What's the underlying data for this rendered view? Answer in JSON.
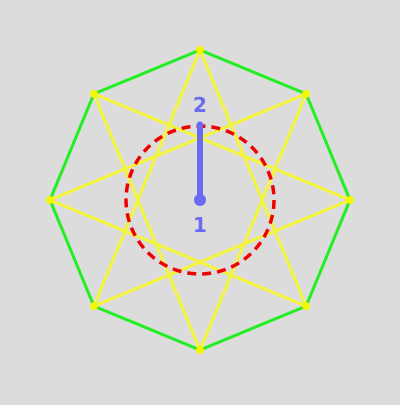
{
  "colors": {
    "background": "#dcdcdc",
    "octagon": "#22ee22",
    "star": "#f5f53a",
    "star_vertex": "#f5f500",
    "circle": "#ee0000",
    "radius": "#6a6af2"
  },
  "diagram": {
    "octagon_vertex_count": 8,
    "star_type": "{8/3}",
    "circle_style": "dashed",
    "labels": {
      "center": "1",
      "radius_end": "2"
    }
  }
}
